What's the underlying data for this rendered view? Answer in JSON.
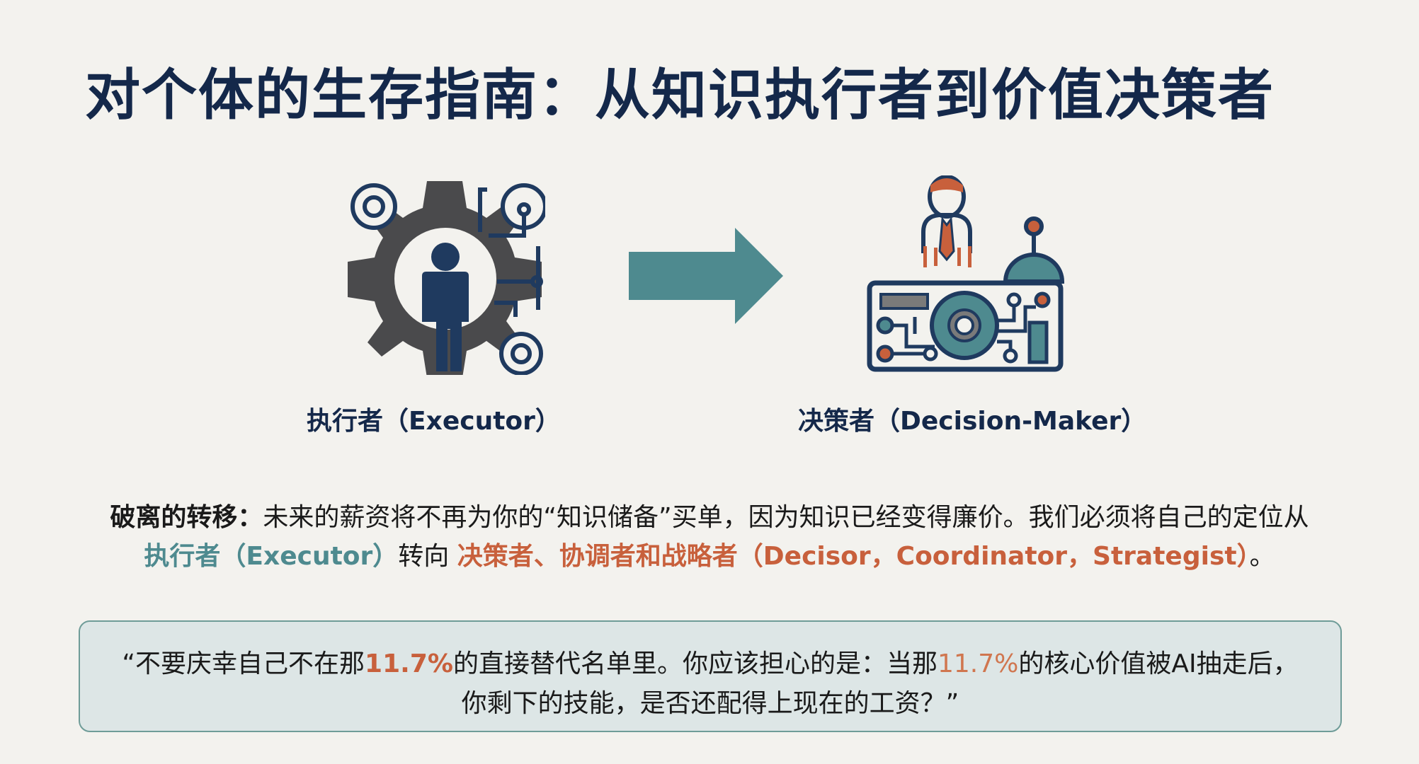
{
  "slide": {
    "title": "对个体的生存指南：从知识执行者到价值决策者",
    "left_panel": {
      "icon": "person-in-gear-icon",
      "label": "执行者（Executor）"
    },
    "transition_icon": "right-arrow-icon",
    "right_panel": {
      "icon": "person-at-control-panel-icon",
      "label": "决策者（Decision-Maker）"
    },
    "paragraph": {
      "lead": "破离的转移：",
      "line1_text": "未来的薪资将不再为你的“知识储备”买单，因为知识已经变得廉价。我们必须将自己的定位从",
      "line2_from": "执行者（Executor）",
      "line2_mid": "转向",
      "line2_to": "决策者、协调者和战略者（Decisor，Coordinator，Strategist）",
      "line2_end": "。"
    },
    "quote": {
      "line1_a": "“不要庆幸自己不在那",
      "line1_pct1": "11.7%",
      "line1_b": "的直接替代名单里。你应该担心的是：当那",
      "line1_pct2": "11.7%",
      "line1_c": "的核心价值被AI抽走后，",
      "line2": "你剩下的技能，是否还配得上现在的工资？”"
    },
    "colors": {
      "title": "#14284a",
      "teal": "#4e8a8f",
      "orange": "#c8603c",
      "background": "#f3f2ee",
      "quote_bg": "#dde6e6",
      "quote_border": "#6f9c98"
    }
  }
}
